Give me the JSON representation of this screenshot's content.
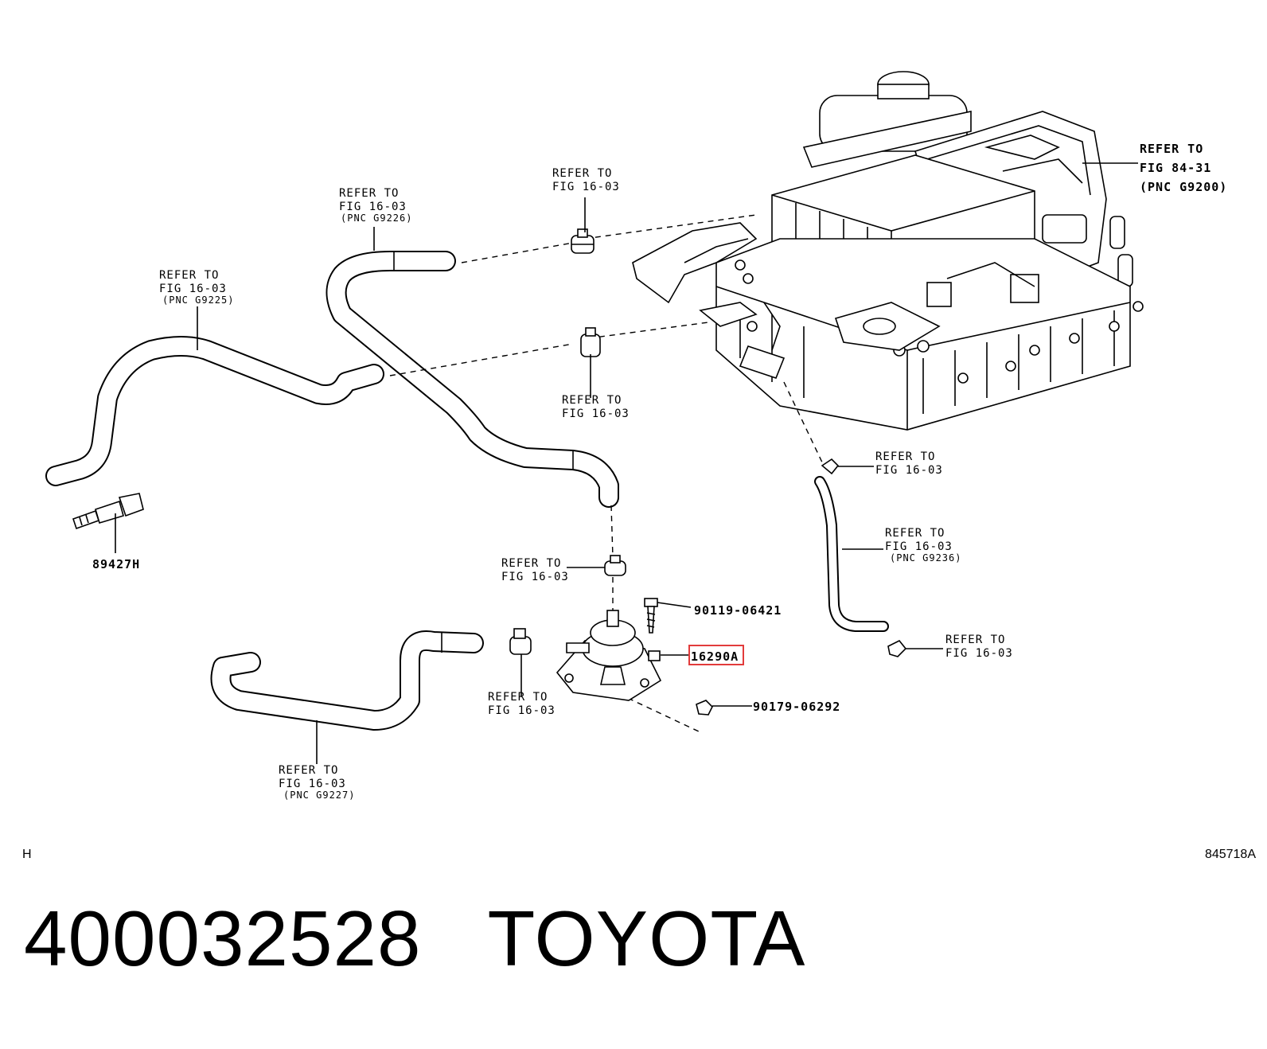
{
  "labels": {
    "refer_g9200": [
      "REFER TO",
      "FIG 84-31",
      "(PNC G9200)"
    ],
    "refer_g9226": [
      "REFER TO",
      "FIG 16-03",
      "(PNC G9226)"
    ],
    "refer_clamp_top": [
      "REFER TO",
      "FIG 16-03"
    ],
    "refer_g9225": [
      "REFER TO",
      "FIG 16-03",
      "(PNC G9225)"
    ],
    "refer_clamp_mid": [
      "REFER TO",
      "FIG 16-03"
    ],
    "refer_clamp_right": [
      "REFER TO",
      "FIG 16-03"
    ],
    "refer_g9236": [
      "REFER TO",
      "FIG 16-03",
      "(PNC G9236)"
    ],
    "refer_clamp_lower": [
      "REFER TO",
      "FIG 16-03"
    ],
    "refer_clamp_bottom_right": [
      "REFER TO",
      "FIG 16-03"
    ],
    "refer_clamp_left": [
      "REFER TO",
      "FIG 16-03"
    ],
    "refer_g9227": [
      "REFER TO",
      "FIG 16-03",
      "(PNC G9227)"
    ]
  },
  "parts": {
    "sensor": "89427H",
    "bolt": "90119-06421",
    "pump": "16290A",
    "nut": "90179-06292"
  },
  "corner_left": "H",
  "corner_right": "845718A",
  "bottom_title": "400032528   TOYOTA"
}
